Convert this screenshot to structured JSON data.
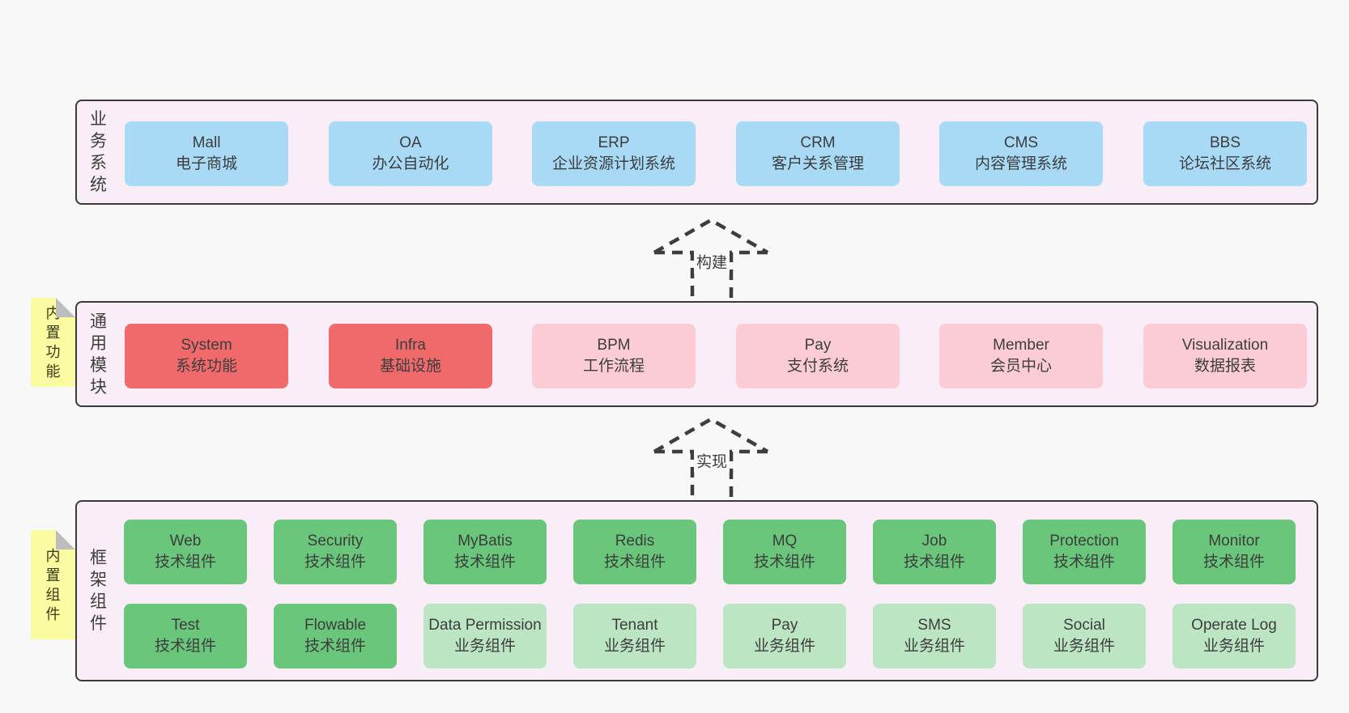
{
  "colors": {
    "page_bg": "#f8f8f8",
    "panel_bg": "#f9eef7",
    "panel_border": "#3b3b3b",
    "blue": "#a8daf5",
    "red": "#f06a6c",
    "pink": "#fbccd5",
    "green_dark": "#69c67b",
    "green_light": "#bce5c3",
    "sticky_yellow": "#fbfba1",
    "sticky_fold": "#bdbdbd",
    "text": "#3d3d3d",
    "arrow": "#3d3d3d"
  },
  "layers": {
    "business": {
      "label": "业务系统",
      "boxes": [
        {
          "title": "Mall",
          "subtitle": "电子商城",
          "variant": "blue"
        },
        {
          "title": "OA",
          "subtitle": "办公自动化",
          "variant": "blue"
        },
        {
          "title": "ERP",
          "subtitle": "企业资源计划系统",
          "variant": "blue"
        },
        {
          "title": "CRM",
          "subtitle": "客户关系管理",
          "variant": "blue"
        },
        {
          "title": "CMS",
          "subtitle": "内容管理系统",
          "variant": "blue"
        },
        {
          "title": "BBS",
          "subtitle": "论坛社区系统",
          "variant": "blue"
        }
      ]
    },
    "modules": {
      "label": "通用模块",
      "sticky": "内置功能",
      "boxes": [
        {
          "title": "System",
          "subtitle": "系统功能",
          "variant": "red"
        },
        {
          "title": "Infra",
          "subtitle": "基础设施",
          "variant": "red"
        },
        {
          "title": "BPM",
          "subtitle": "工作流程",
          "variant": "pink"
        },
        {
          "title": "Pay",
          "subtitle": "支付系统",
          "variant": "pink"
        },
        {
          "title": "Member",
          "subtitle": "会员中心",
          "variant": "pink"
        },
        {
          "title": "Visualization",
          "subtitle": "数据报表",
          "variant": "pink"
        }
      ]
    },
    "components": {
      "label": "框架组件",
      "sticky": "内置组件",
      "row1": [
        {
          "title": "Web",
          "subtitle": "技术组件",
          "variant": "green-dark"
        },
        {
          "title": "Security",
          "subtitle": "技术组件",
          "variant": "green-dark"
        },
        {
          "title": "MyBatis",
          "subtitle": "技术组件",
          "variant": "green-dark"
        },
        {
          "title": "Redis",
          "subtitle": "技术组件",
          "variant": "green-dark"
        },
        {
          "title": "MQ",
          "subtitle": "技术组件",
          "variant": "green-dark"
        },
        {
          "title": "Job",
          "subtitle": "技术组件",
          "variant": "green-dark"
        },
        {
          "title": "Protection",
          "subtitle": "技术组件",
          "variant": "green-dark"
        },
        {
          "title": "Monitor",
          "subtitle": "技术组件",
          "variant": "green-dark"
        }
      ],
      "row2": [
        {
          "title": "Test",
          "subtitle": "技术组件",
          "variant": "green-dark"
        },
        {
          "title": "Flowable",
          "subtitle": "技术组件",
          "variant": "green-dark"
        },
        {
          "title": "Data Permission",
          "subtitle": "业务组件",
          "variant": "green-light"
        },
        {
          "title": "Tenant",
          "subtitle": "业务组件",
          "variant": "green-light"
        },
        {
          "title": "Pay",
          "subtitle": "业务组件",
          "variant": "green-light"
        },
        {
          "title": "SMS",
          "subtitle": "业务组件",
          "variant": "green-light"
        },
        {
          "title": "Social",
          "subtitle": "业务组件",
          "variant": "green-light"
        },
        {
          "title": "Operate Log",
          "subtitle": "业务组件",
          "variant": "green-light"
        }
      ]
    }
  },
  "arrows": {
    "build": "构建",
    "implement": "实现"
  }
}
